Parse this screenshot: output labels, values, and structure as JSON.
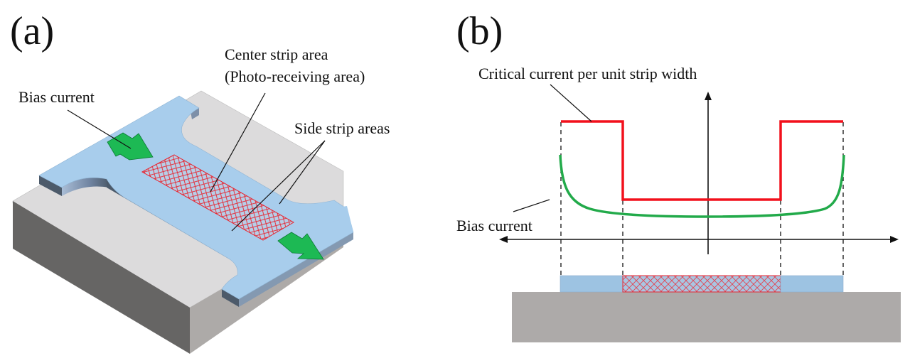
{
  "panel_a": {
    "label": "(a)",
    "annotations": {
      "bias_current": "Bias current",
      "center_strip_line1": "Center strip area",
      "center_strip_line2": "(Photo-receiving area)",
      "side_strips": "Side strip areas"
    }
  },
  "panel_b": {
    "label": "(b)",
    "annotations": {
      "critical_current": "Critical current per unit strip width",
      "bias_current": "Bias current"
    }
  },
  "colors": {
    "strip_blue": "#a8cdec",
    "strip_side_dark": "#4c5a6a",
    "substrate_top": "#dcdbdc",
    "substrate_left": "#666564",
    "substrate_right": "#adaaa8",
    "hatch_red": "#e8242f",
    "arrow_green": "#1db954",
    "critical_red": "#f2101c",
    "bias_green": "#22aa4a",
    "cross_substrate": "#adaaa9",
    "cross_strip": "#9dc3e2"
  }
}
